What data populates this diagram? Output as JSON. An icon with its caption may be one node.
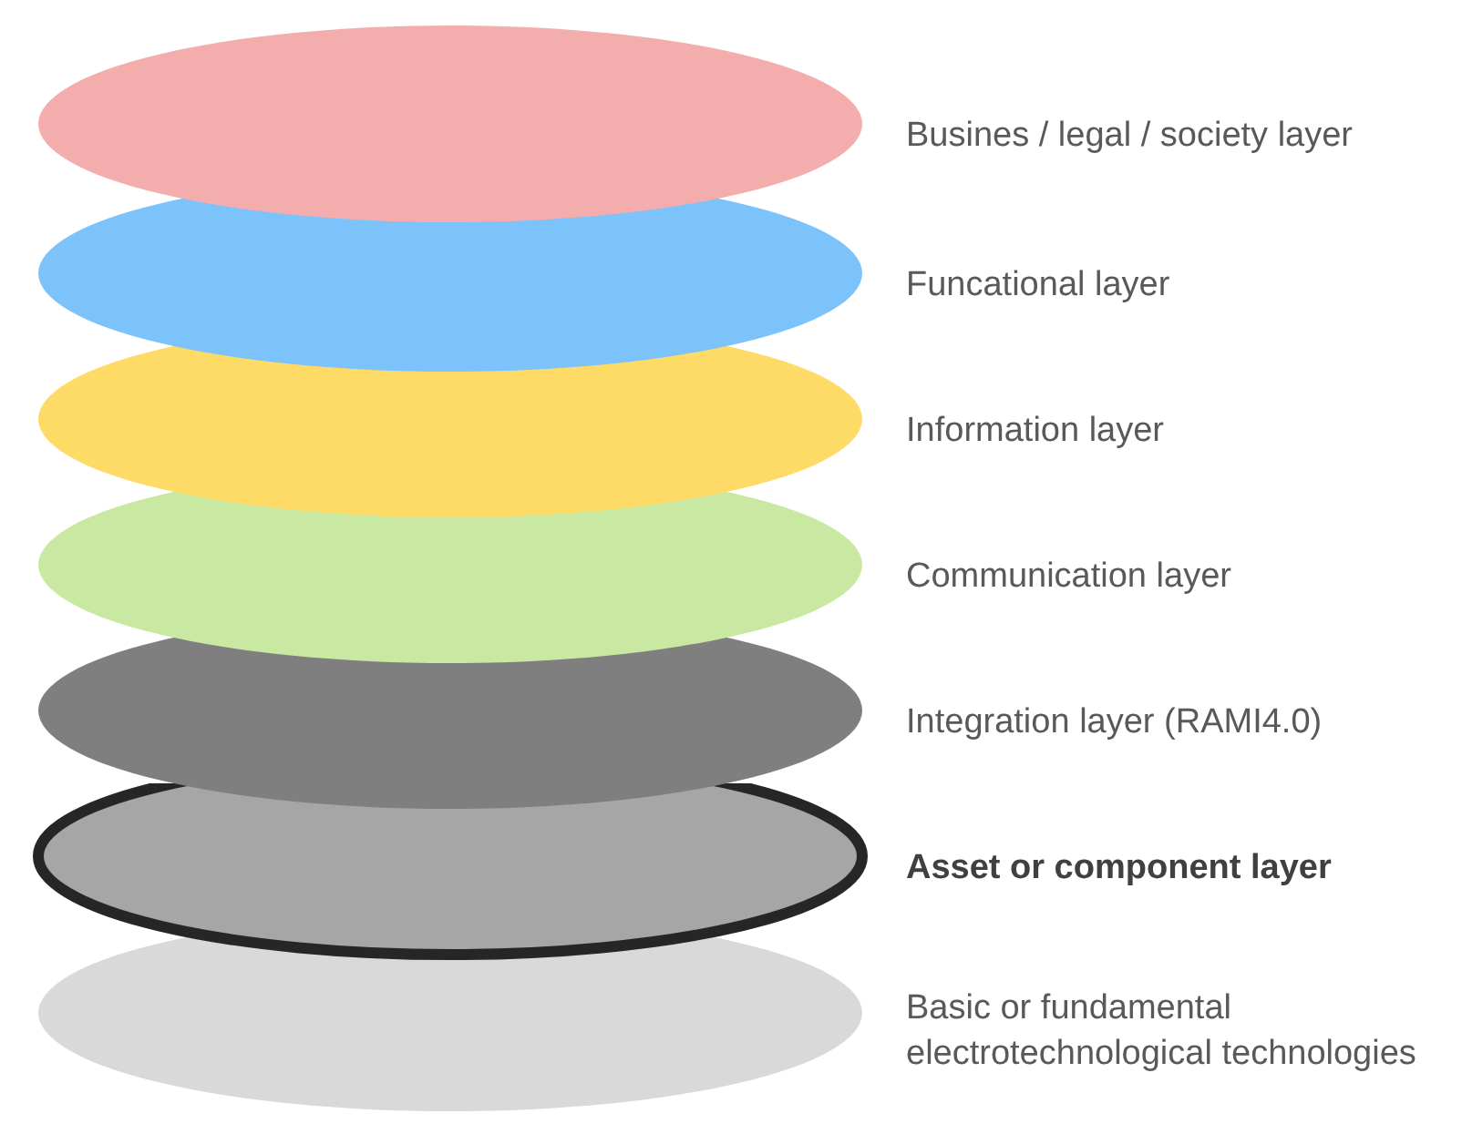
{
  "diagram": {
    "nodes": [
      {
        "text": [],
        "shape": "ellipse",
        "beside": [
          "Busines / legal / society layer"
        ]
      },
      {
        "text": [],
        "shape": "ellipse",
        "beside": [
          "Funcational layer"
        ]
      },
      {
        "text": [],
        "shape": "ellipse",
        "beside": [
          "Information layer"
        ]
      },
      {
        "text": [],
        "shape": "ellipse",
        "beside": [
          "Communication layer"
        ]
      },
      {
        "text": [],
        "shape": "ellipse",
        "beside": [
          "Integration layer (RAMI4.0)"
        ]
      },
      {
        "text": [],
        "shape": "ellipse",
        "beside": [
          "Asset or component layer"
        ]
      },
      {
        "text": [],
        "shape": "ellipse",
        "beside": [
          "Basic or fundamental electrotechnological technologies"
        ]
      }
    ]
  }
}
